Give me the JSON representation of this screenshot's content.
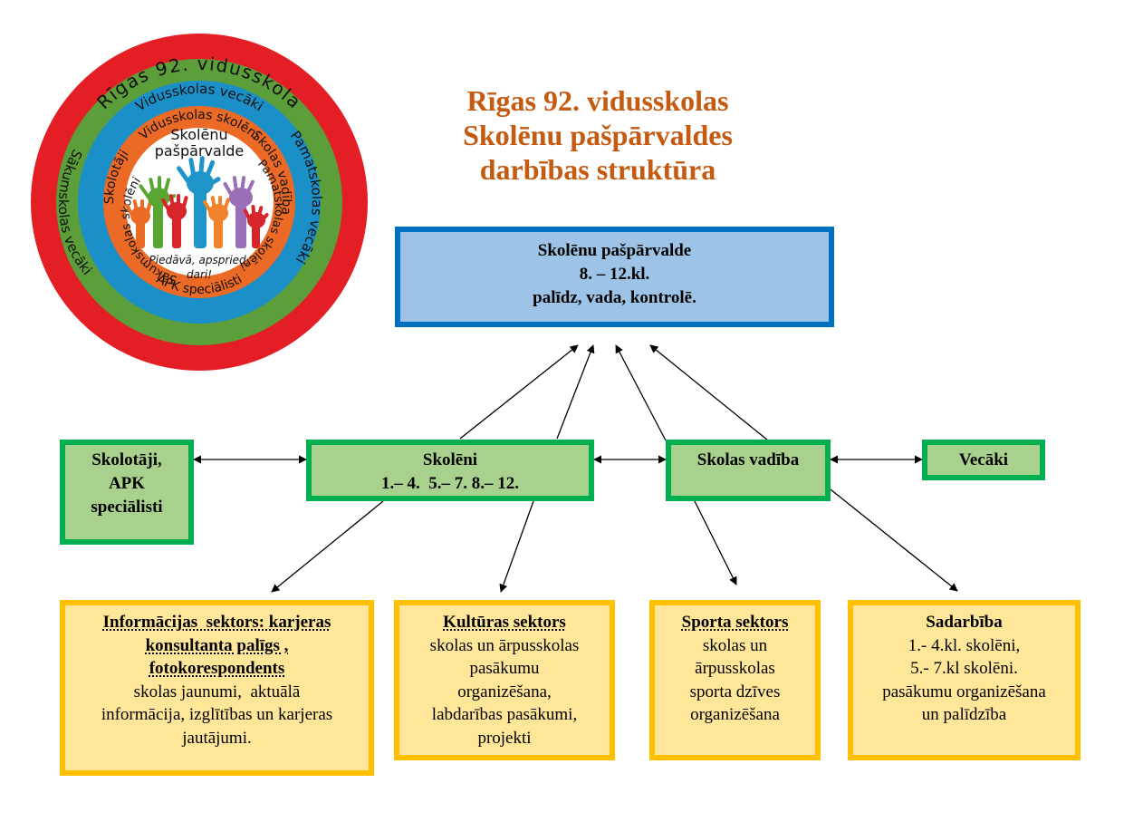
{
  "logo": {
    "ring_texts": {
      "outer_red": "Rīgas 92. vidusskola",
      "green_top": "Vidusskolas vecāki",
      "green_right": "Pamatskolas vecāki",
      "green_left": "Sākumskolas vecāki",
      "blue_top": "Vidusskolas skolēni",
      "blue_right": "Skolas vadība",
      "blue_left": "Skolotāji",
      "blue_bottom": "APK speciālisti",
      "orange_right": "Pamatskolas skolēni",
      "orange_left": "Sākumskolas skolēni"
    },
    "center_title_1": "Skolēnu",
    "center_title_2": "pašpārvalde",
    "motto_1": "Piedāvā, apspried,",
    "motto_2": "dari!",
    "colors": {
      "red": "#e31e24",
      "green": "#5b9e3a",
      "blue": "#1b8fc7",
      "orange": "#ea6a26",
      "white": "#ffffff"
    }
  },
  "title": {
    "line1": "Rīgas 92. vidusskolas",
    "line2": "Skolēnu pašpārvaldes",
    "line3": "darbības struktūra"
  },
  "top_box": {
    "line1": "Skolēnu pašpārvalde",
    "line2": "8. – 12.kl.",
    "line3": "palīdz, vada, kontrolē."
  },
  "middle_row": {
    "teachers": {
      "line1": "Skolotāji,",
      "line2": "APK",
      "line3": "speciālisti"
    },
    "students": {
      "line1": "Skolēni",
      "line2": "1.– 4.  5.– 7. 8.– 12."
    },
    "management": {
      "line1": "Skolas vadība"
    },
    "parents": {
      "line1": "Vecāki"
    }
  },
  "sectors": {
    "info": {
      "heading_1": "Informācijas  sektors: karjeras",
      "heading_2": "konsultanta palīgs ,",
      "heading_3": "fotokorespondents",
      "body_1": "skolas jaunumi,  aktuālā",
      "body_2": "informācija, izglītības un karjeras",
      "body_3": "jautājumi."
    },
    "culture": {
      "heading": "Kultūras sektors",
      "body_1": "skolas un ārpusskolas",
      "body_2": "pasākumu",
      "body_3": "organizēšana,",
      "body_4": "labdarības pasākumi,",
      "body_5": "projekti"
    },
    "sports": {
      "heading": "Sporta sektors",
      "body_1": "skolas un",
      "body_2": "ārpusskolas",
      "body_3": "sporta dzīves",
      "body_4": "organizēšana"
    },
    "cooperation": {
      "heading": "Sadarbība",
      "body_1": "1.- 4.kl. skolēni,",
      "body_2": "5.- 7.kl skolēni.",
      "body_3": "pasākumu organizēšana",
      "body_4": "un palīdzība"
    }
  },
  "colors": {
    "title": "#c55a11",
    "blue_fill": "#9dc3e6",
    "blue_border": "#0070c0",
    "green_fill": "#a9d18e",
    "green_border": "#00b050",
    "yellow_fill": "#ffe699",
    "yellow_border": "#ffc000"
  }
}
